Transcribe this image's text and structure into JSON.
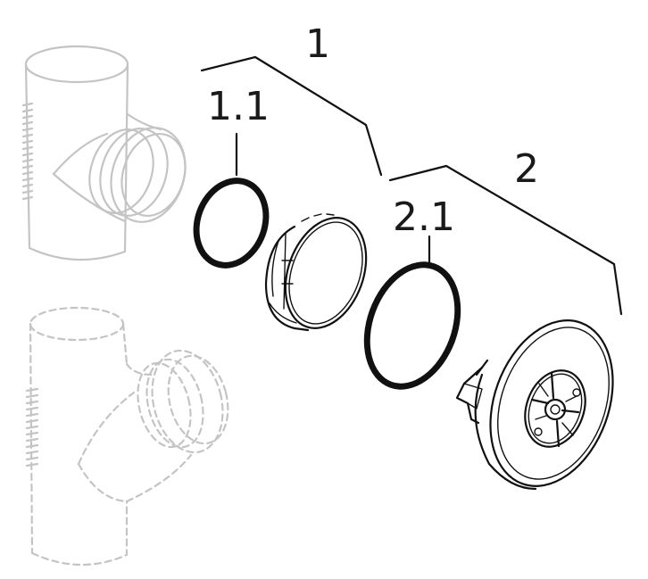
{
  "labels": {
    "part_1": "1",
    "part_1_1": "1.1",
    "part_2": "2",
    "part_2_1": "2.1"
  },
  "colors": {
    "ink": "#111111",
    "ghost": "#c4c4c4",
    "background": "#ffffff"
  }
}
